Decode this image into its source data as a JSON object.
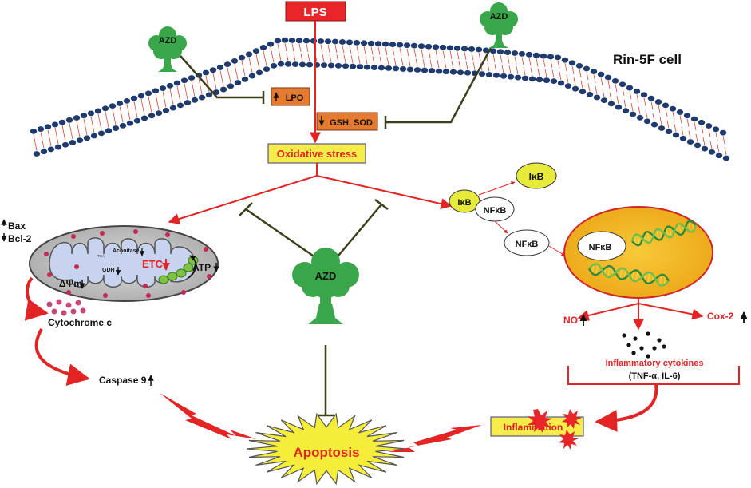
{
  "title": "",
  "cell_label": "Rin-5F cell",
  "stimulus": "LPS",
  "drug": "AZD",
  "membrane_markers": {
    "lpo": "LPO",
    "gsh_sod": "GSH, SOD"
  },
  "central": {
    "oxidative_stress": "Oxidative stress",
    "apoptosis": "Apoptosis",
    "inflammation": "Inflammation"
  },
  "mitochondria": {
    "bax": "Bax",
    "bcl2": "Bcl-2",
    "tca": "TCA",
    "aconitase": "Aconitase",
    "gdh": "GDH",
    "etc": "ETC",
    "atp": "ATP",
    "membrane_potential": "ΔΨm",
    "cytochrome_c": "Cytochrome c",
    "caspase9": "Caspase 9"
  },
  "nfkb_pathway": {
    "ikb": "IκB",
    "nfkb": "NFκB",
    "no": "NO",
    "cox2": "Cox-2",
    "cytokines": "Inflammatory cytokines",
    "cytokine_list": "(TNF-α, IL-6)"
  },
  "colors": {
    "arrow_red": "#e32424",
    "lps_box": "#e8262a",
    "stress_box": "#f6ec4a",
    "marker_box": "#e67a2e",
    "nucleus": "#f2b51c",
    "tree": "#3aa64a",
    "inhibit_line": "#3b3f1c",
    "membrane_bead": "#1f3a6e",
    "membrane_tail": "#d3462c"
  }
}
